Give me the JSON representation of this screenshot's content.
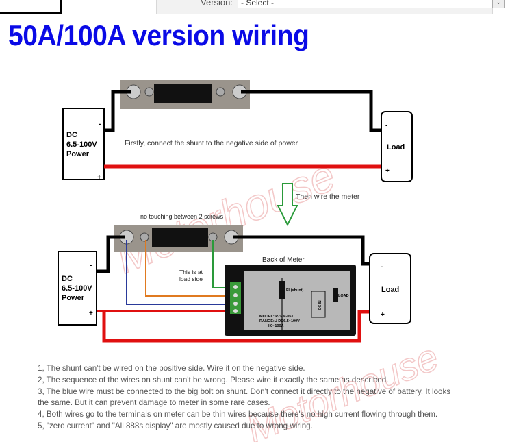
{
  "header": {
    "version_label": "Version:",
    "version_select": "- Select -"
  },
  "title": "50A/100A version wiring",
  "watermark": "Motorhouse",
  "diagram1": {
    "power": [
      "DC",
      "6.5-100V",
      "Power"
    ],
    "minus": "-",
    "plus": "+",
    "load": "Load",
    "caption": "Firstly, connect the shunt to the negative side of power"
  },
  "arrow_label": "Then wire the meter",
  "diagram2": {
    "power": [
      "DC",
      "6.5-100V",
      "Power"
    ],
    "minus": "-",
    "plus": "+",
    "load": "Load",
    "no_touch": "no touching between 2 screws",
    "load_side": [
      "This is at",
      "load side"
    ],
    "meter_title": "Back of Meter",
    "shunt_label": "FL(shunt)",
    "load_label": "LOAD",
    "dcin_label": "DC IN",
    "model": "MODEL: PZEM-051",
    "range_u": "RANGE:U DC6.5~100V",
    "range_i": "I 0~100A"
  },
  "notes": [
    "1, The shunt can't be wired on the positive side. Wire it on the negative side.",
    "2, The sequence of the wires on shunt can't be wrong. Please wire it exactly the same as described.",
    "3, The blue wire must be connected to the big bolt on shunt. Don't connect it directly to the negative of  battery. It looks",
    "the same. But it can prevent damage to meter in some rare cases.",
    "4, Both wires go to the terminals on meter can be thin wires because there's no high current flowing through  them.",
    "5, \"zero current\" and \"All 888s display\" are mostly caused due to wrong wiring."
  ],
  "colors": {
    "title": "#0a0ae6",
    "red_wire": "#e01010",
    "blue_wire": "#2a3a9a",
    "orange_wire": "#e07a20",
    "green_wire": "#2a9a3a"
  }
}
